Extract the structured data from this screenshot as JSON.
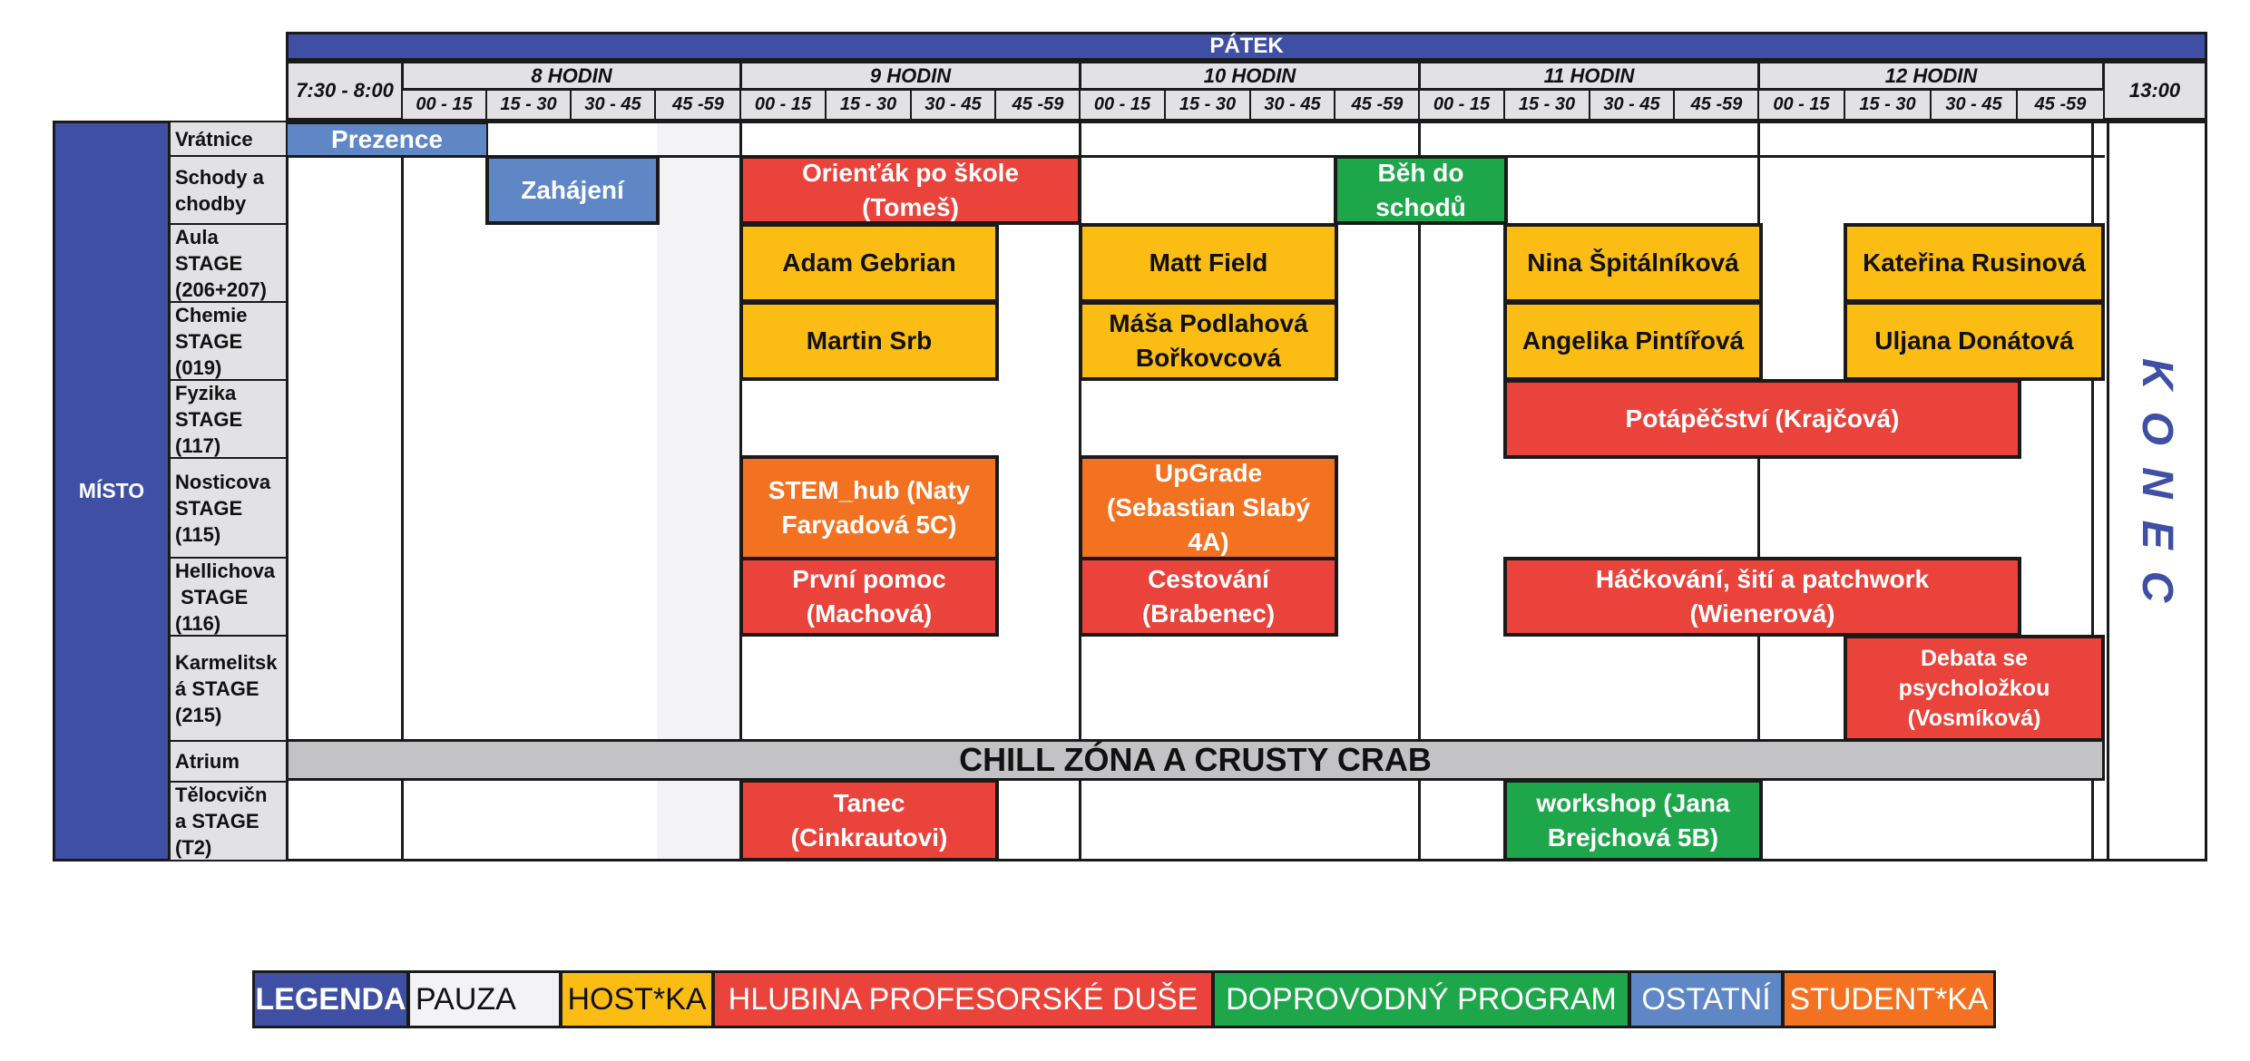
{
  "day": "PÁTEK",
  "time_columns": {
    "first": "7:30 - 8:00",
    "last": "13:00",
    "hours": [
      "8 HODIN",
      "9 HODIN",
      "10 HODIN",
      "11 HODIN",
      "12 HODIN"
    ],
    "quarters": [
      "00 - 15",
      "15 - 30",
      "30 - 45",
      "45 -59"
    ]
  },
  "place_label": "MÍSTO",
  "rooms": [
    "Vrátnice",
    "Schody a\nchodby",
    "Aula\nSTAGE\n(206+207)",
    "Chemie\nSTAGE\n(019)",
    "Fyzika\nSTAGE\n(117)",
    "Nosticova\nSTAGE\n(115)",
    "Hellichova\n STAGE\n(116)",
    "Karmelitsk\ná STAGE\n(215)",
    "Atrium",
    "Tělocvičn\na STAGE\n(T2)"
  ],
  "events": [
    {
      "id": "prezence",
      "text": "Prezence",
      "category": "ostatni"
    },
    {
      "id": "zahajeni",
      "text": "Zahájení",
      "category": "ostatni"
    },
    {
      "id": "orientak",
      "text": "Orienťák po škole\n(Tomeš)",
      "category": "hlubina"
    },
    {
      "id": "beh",
      "text": "Běh do\nschodů",
      "category": "doprovodny"
    },
    {
      "id": "adam",
      "text": "Adam Gebrian",
      "category": "host"
    },
    {
      "id": "matt",
      "text": "Matt Field",
      "category": "host"
    },
    {
      "id": "nina",
      "text": "Nina Špitálníková",
      "category": "host"
    },
    {
      "id": "katerina",
      "text": "Kateřina Rusinová",
      "category": "host"
    },
    {
      "id": "martin",
      "text": "Martin Srb",
      "category": "host"
    },
    {
      "id": "masa",
      "text": "Máša Podlahová\nBořkovcová",
      "category": "host"
    },
    {
      "id": "angelika",
      "text": "Angelika Pintířová",
      "category": "host"
    },
    {
      "id": "uljana",
      "text": "Uljana Donátová",
      "category": "host"
    },
    {
      "id": "potapecstvi",
      "text": "Potápěčství (Krajčová)",
      "category": "hlubina"
    },
    {
      "id": "stemhub",
      "text": "STEM_hub (Naty\nFaryadová 5C)",
      "category": "student"
    },
    {
      "id": "upgrade",
      "text": "UpGrade\n(Sebastian Slabý\n4A)",
      "category": "student"
    },
    {
      "id": "prvnipomoc",
      "text": "První pomoc\n(Machová)",
      "category": "hlubina"
    },
    {
      "id": "cestovani",
      "text": "Cestování\n(Brabenec)",
      "category": "hlubina"
    },
    {
      "id": "hackovani",
      "text": "Háčkování, šití a patchwork\n(Wienerová)",
      "category": "hlubina"
    },
    {
      "id": "debata",
      "text": "Debata se\npsycholožkou\n(Vosmíková)",
      "category": "hlubina"
    },
    {
      "id": "tanec",
      "text": "Tanec\n(Cinkrautovi)",
      "category": "hlubina"
    },
    {
      "id": "workshop",
      "text": "workshop (Jana\nBrejchová 5B)",
      "category": "doprovodny"
    }
  ],
  "chill": "CHILL ZÓNA A CRUSTY CRAB",
  "konec": "KONEC",
  "legend": {
    "title": "LEGENDA",
    "items": [
      "PAUZA",
      "HOST*KA",
      "HLUBINA PROFESORSKÉ DUŠE",
      "DOPROVODNÝ PROGRAM",
      "OSTATNÍ",
      "STUDENT*KA"
    ]
  },
  "colors": {
    "header_blue": "#3f4fa3",
    "host": "#fbbd13",
    "hlubina": "#e9433b",
    "doprovodny": "#1ea64b",
    "ostatni": "#5f86c5",
    "student": "#f37221",
    "pauza": "#f3f2f4",
    "chill_grey": "#c3c3c6"
  }
}
